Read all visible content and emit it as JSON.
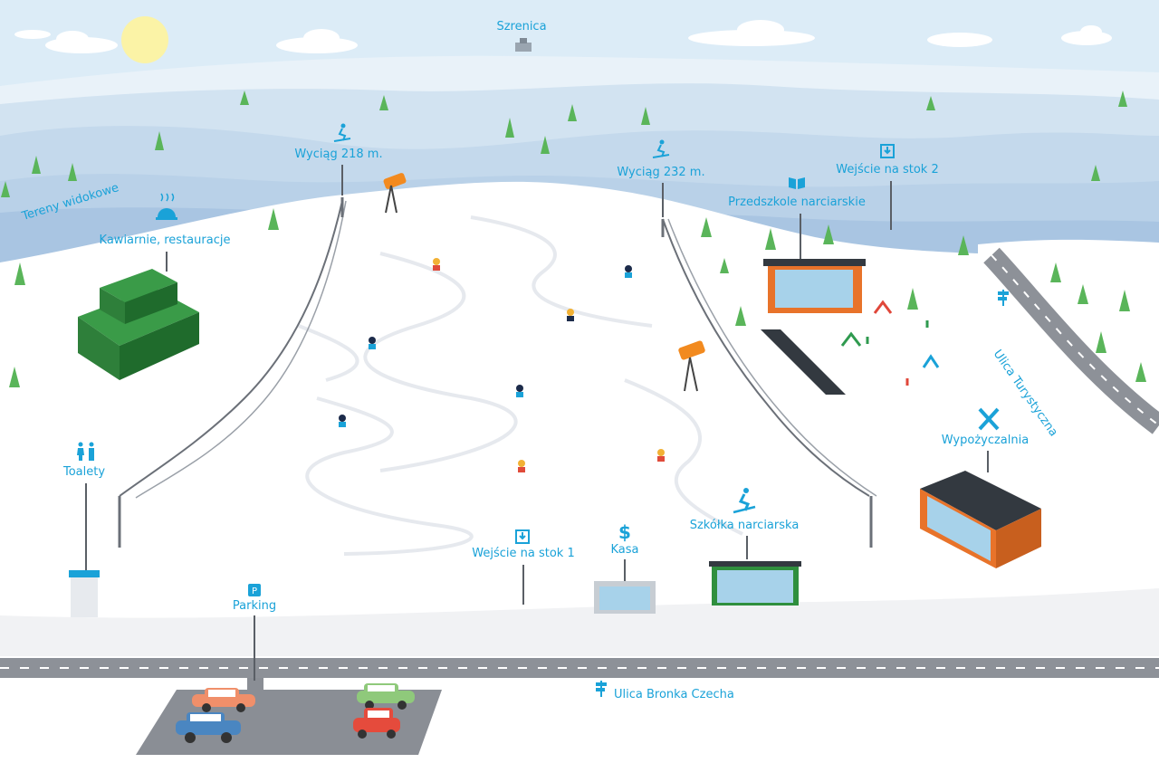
{
  "map": {
    "peak": "Szrenica",
    "viewpoints": "Tereny widokowe",
    "lift_1": "Wyciąg 218 m.",
    "lift_2": "Wyciąg 232 m.",
    "cafes": "Kawiarnie, restauracje",
    "preschool": "Przedszkole narciarskie",
    "entrance_2": "Wejście na stok 2",
    "entrance_1": "Wejście na stok 1",
    "ticket_office": "Kasa",
    "ski_school": "Szkółka narciarska",
    "rental": "Wypożyczalnia",
    "toilets": "Toalety",
    "parking": "Parking",
    "street_turystyczna": "Ulica Turystyczna",
    "street_bronka": "Ulica Bronka Czecha"
  },
  "icons": {
    "skier_lift": "skier-icon",
    "cafe": "cloche-icon",
    "book": "book-icon",
    "entrance": "entrance-icon",
    "dollar": "dollar-sign-icon",
    "skiing": "skiing-icon",
    "rental": "crossed-skis-icon",
    "toilets": "toilets-icon",
    "parking": "parking-sign-icon",
    "signpost": "signpost-icon"
  },
  "colors": {
    "accent": "#1aa2d8",
    "sky": "#dcecf7",
    "snow": "#ffffff",
    "road": "#8d9198",
    "green_building": "#2f8f3e",
    "orange_building": "#e8732a"
  }
}
